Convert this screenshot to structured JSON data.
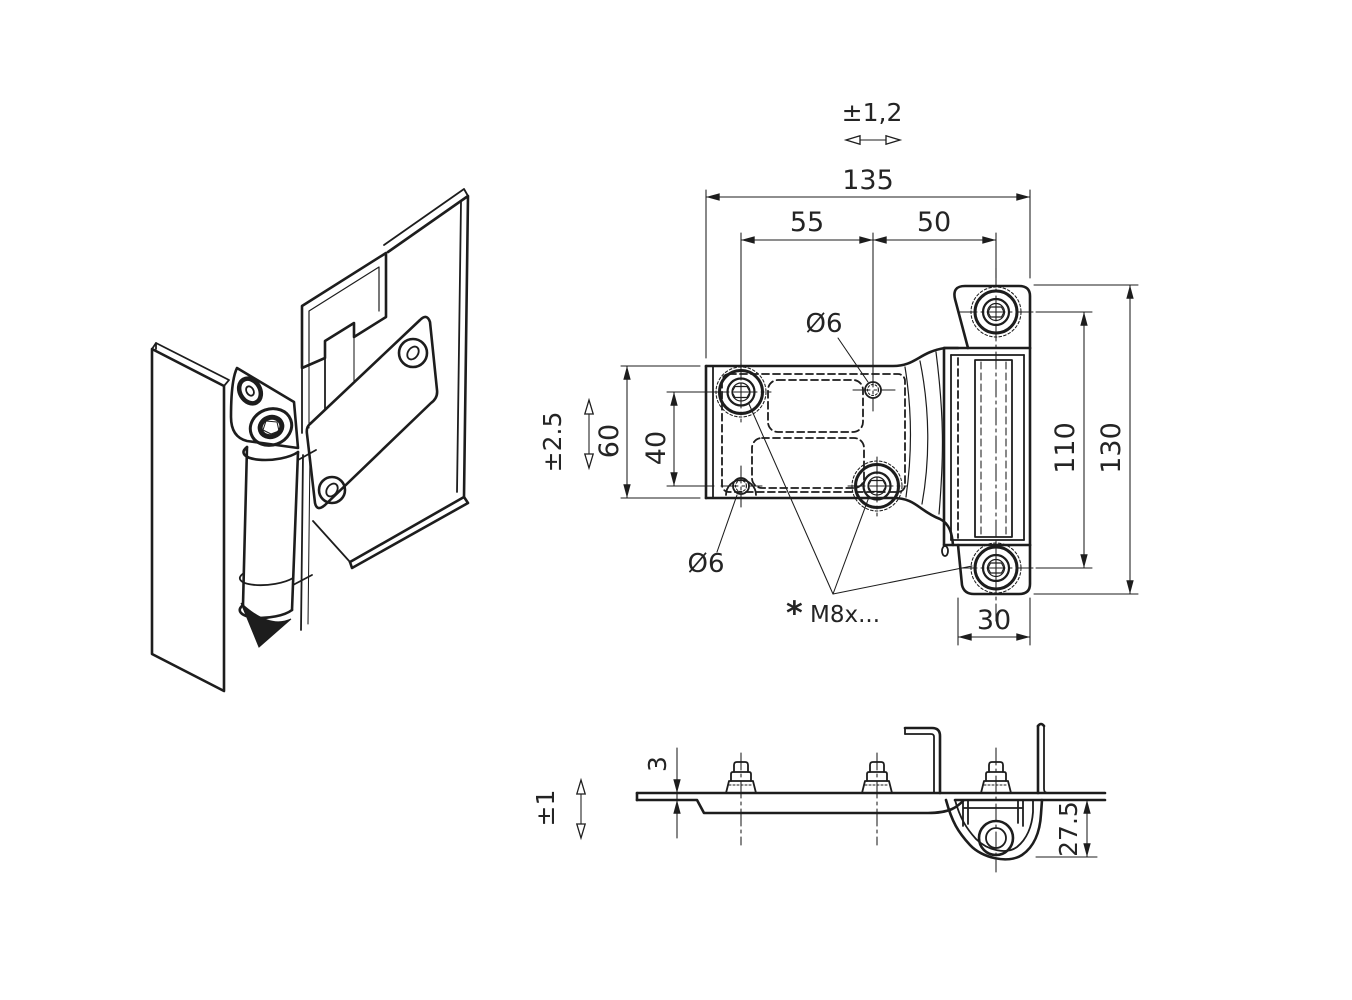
{
  "colors": {
    "background": "#ffffff",
    "line": "#1d1d1d",
    "text": "#242424",
    "note_marker": "#1c3a6e"
  },
  "front_view": {
    "tolerance_width": "±1,2",
    "overall_width": "135",
    "span_left": "55",
    "span_right": "50",
    "hole_dia_top": "Ø6",
    "plate_height": "60",
    "hole_row_spacing": "40",
    "tolerance_height": "±2.5",
    "hole_dia_bottom": "Ø6",
    "note_marker": "*",
    "thread_note": "M8x...",
    "pivot_screw_spacing": "110",
    "overall_height": "130",
    "knuckle_width": "30"
  },
  "side_view": {
    "plate_thickness": "3",
    "tolerance_thickness": "±1",
    "pivot_offset": "27.5"
  }
}
